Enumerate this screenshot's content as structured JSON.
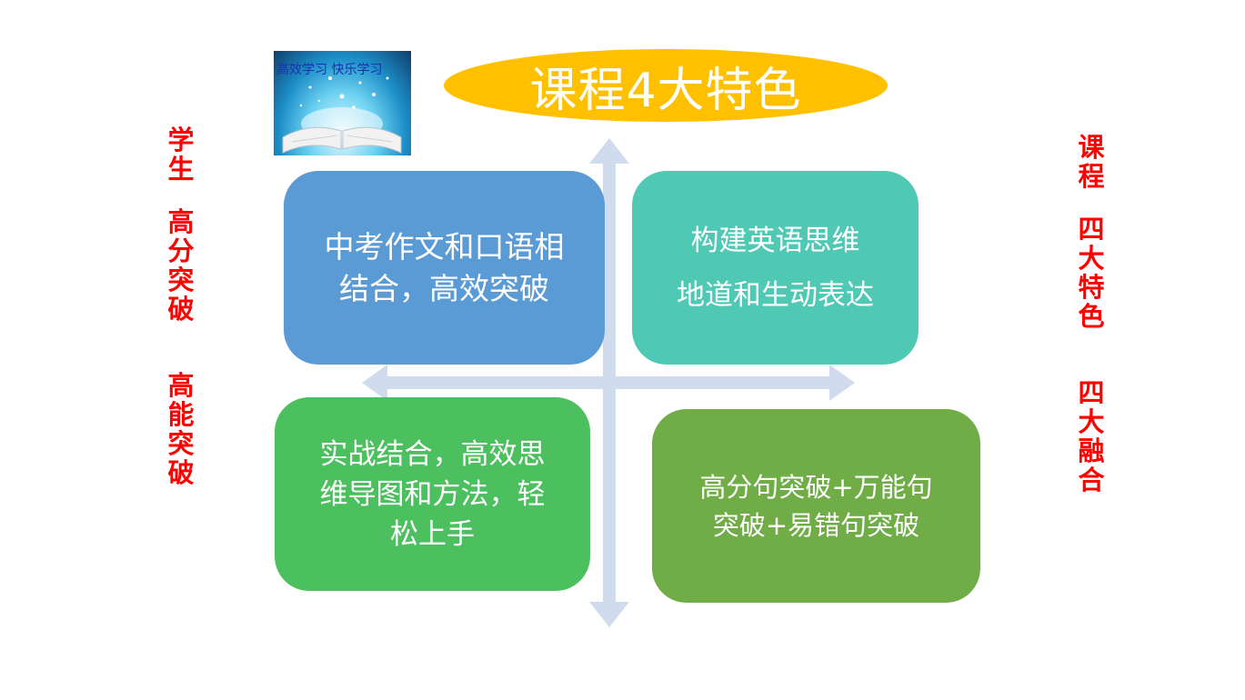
{
  "title": "课程4大特色",
  "book_caption": "高效学习 快乐学习",
  "quadrants": {
    "top_left": [
      "中考作文和口语相",
      "结合，高效突破"
    ],
    "top_right": [
      "构建英语思维",
      "地道和生动表达"
    ],
    "bottom_left": [
      "实战结合，高效思",
      "维导图和方法，轻",
      "松上手"
    ],
    "bottom_right": [
      "高分句突破+万能句",
      "突破+易错句突破"
    ]
  },
  "left_column": {
    "group1": "学生",
    "group2": "高分突破",
    "group3": "高能突破"
  },
  "right_column": {
    "group1": "课程",
    "group2": "四大特色",
    "group3": "四大融合"
  },
  "colors": {
    "title_ellipse": "#ffc000",
    "top_left": "#5b9bd5",
    "top_right": "#4fc8b4",
    "bottom_left": "#4cbf5e",
    "bottom_right": "#70ad47",
    "axis": "#d0dcee",
    "side_text": "#ff0000"
  }
}
